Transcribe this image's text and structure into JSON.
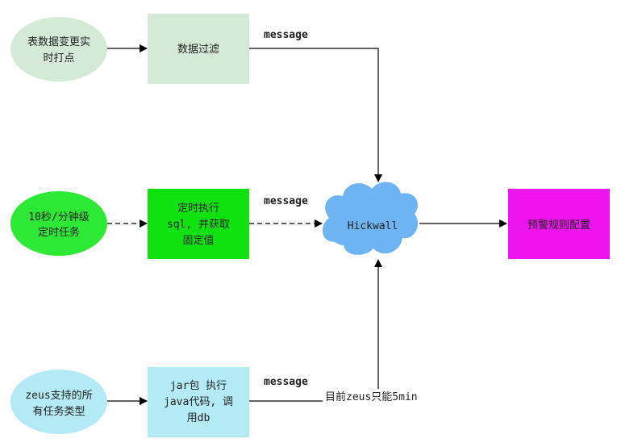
{
  "colors": {
    "source_ellipse_light": "#d4ead6",
    "source_ellipse_bright": "#2ee836",
    "source_ellipse_cyan": "#b4eaf5",
    "process_light": "#d4ead6",
    "process_bright": "#10e210",
    "process_cyan": "#b4eaf5",
    "cloud": "#6eb4f2",
    "alert": "#ee14ee",
    "stroke": "#000000"
  },
  "nodes": {
    "source_table": {
      "lines": [
        "表数据变更实",
        "时打点"
      ]
    },
    "source_timer": {
      "lines": [
        "10秒/分钟级",
        "定时任务"
      ]
    },
    "source_zeus": {
      "lines": [
        "zeus支持的所",
        "有任务类型"
      ]
    },
    "process_filter": {
      "lines": [
        "数据过滤"
      ]
    },
    "process_sql": {
      "lines": [
        "定时执行",
        "sql, 并获取",
        "固定值"
      ]
    },
    "process_jar": {
      "lines": [
        "jar包 执行",
        "java代码, 调",
        "用db"
      ]
    },
    "hickwall": {
      "label": "Hickwall"
    },
    "alert_config": {
      "label": "预警规则配置"
    }
  },
  "edges": {
    "filter_label": "message",
    "sql_label": "message",
    "jar_label": "message",
    "jar_note": "目前zeus只能5min"
  }
}
